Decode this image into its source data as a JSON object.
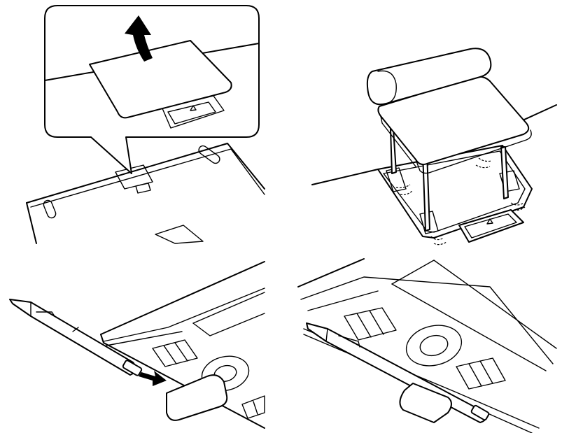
{
  "figure": {
    "panels": [
      {
        "id": "panel-1",
        "step": "open-compartment-lid"
      },
      {
        "id": "panel-2",
        "step": "insert-pen-stand-into-compartment"
      },
      {
        "id": "panel-3",
        "step": "slide-pen-holder-off-tablet-edge"
      },
      {
        "id": "panel-4",
        "step": "pen-stored-in-holder-on-tablet-edge"
      }
    ],
    "icons": {
      "lift_arrow": "up-curved-arrow-icon",
      "slide_arrow": "right-arrow-icon",
      "latch_mark": "triangle-icon"
    },
    "colors": {
      "line": "#000000",
      "fill": "#ffffff"
    }
  }
}
